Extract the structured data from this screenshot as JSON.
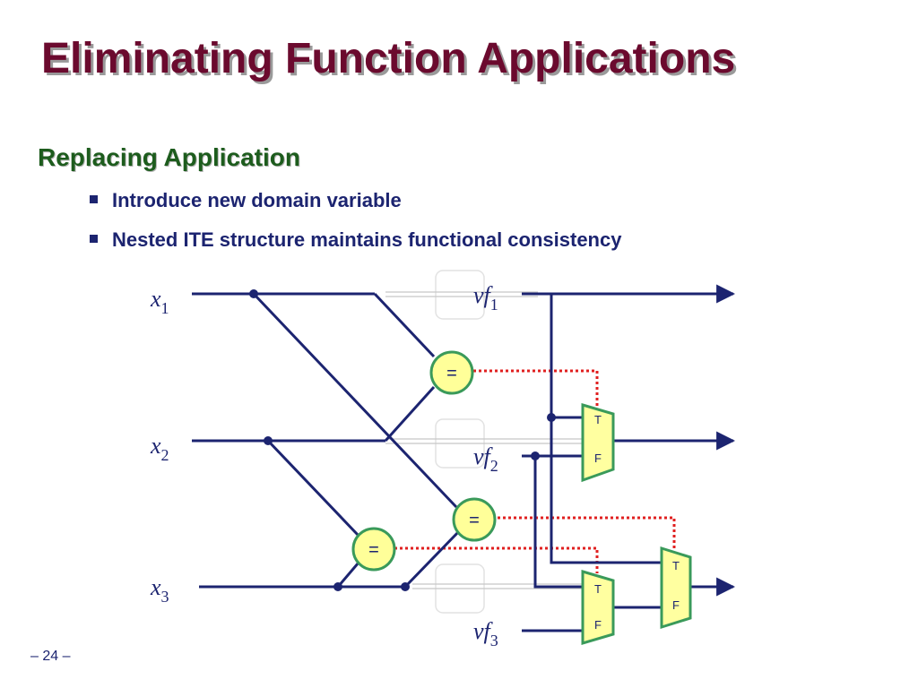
{
  "title": "Eliminating Function Applications",
  "heading": "Replacing Application",
  "bullets": [
    "Introduce new domain variable",
    "Nested ITE structure maintains functional consistency"
  ],
  "diagram": {
    "inputs": [
      {
        "name": "x",
        "sub": "1"
      },
      {
        "name": "x",
        "sub": "2"
      },
      {
        "name": "x",
        "sub": "3"
      }
    ],
    "new_vars": [
      {
        "name": "vf",
        "sub": "1"
      },
      {
        "name": "vf",
        "sub": "2"
      },
      {
        "name": "vf",
        "sub": "3"
      }
    ],
    "comparator_label": "=",
    "mux_true": "T",
    "mux_false": "F"
  },
  "footer": "– 24 –",
  "colors": {
    "title": "#6b0a2e",
    "heading": "#1d5c1d",
    "text": "#1c2470",
    "wire": "#1c2470",
    "control_wire": "#e02020",
    "comparator_fill": "#ffff99",
    "comparator_stroke": "#3a9a5a",
    "mux_fill": "#ffffa0",
    "mux_stroke": "#3a9a5a"
  }
}
